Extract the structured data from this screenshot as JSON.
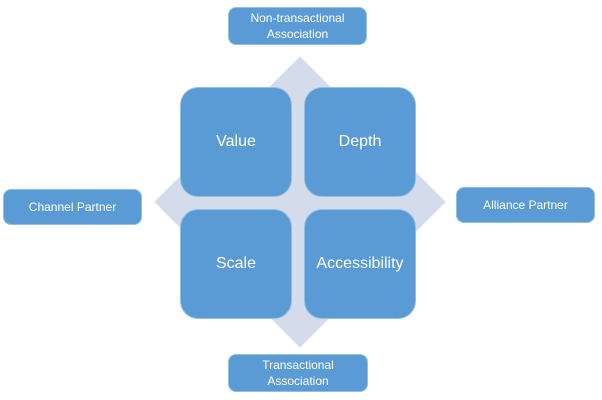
{
  "diagram": {
    "type": "quadrant-matrix",
    "colors": {
      "shape_fill": "#5b9bd5",
      "diamond_fill": "#d4dcec",
      "text": "#ffffff",
      "background": "#ffffff"
    },
    "quadrants": [
      {
        "position": "top-left",
        "label": "Value"
      },
      {
        "position": "top-right",
        "label": "Depth"
      },
      {
        "position": "bottom-left",
        "label": "Scale"
      },
      {
        "position": "bottom-right",
        "label": "Accessibility"
      }
    ],
    "axis_labels": {
      "top": {
        "line1": "Non-transactional",
        "line2": "Association"
      },
      "bottom": {
        "line1": "Transactional",
        "line2": "Association"
      },
      "left": {
        "text": "Channel Partner"
      },
      "right": {
        "text": "Alliance Partner"
      }
    }
  }
}
